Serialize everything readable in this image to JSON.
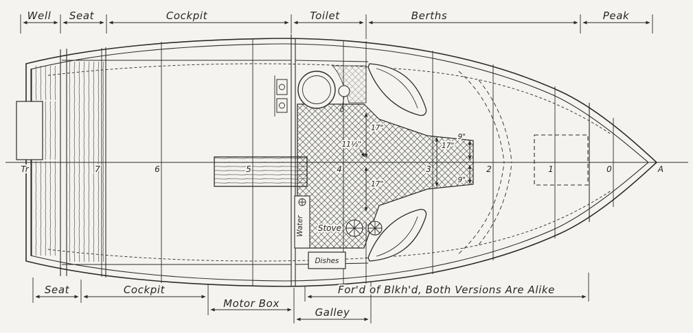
{
  "drawing": {
    "paper": "#f4f3ef",
    "ink": "#2a2a2a"
  },
  "top_dims": {
    "well": "Well",
    "seat": "Seat",
    "cockpit": "Cockpit",
    "toilet": "Toilet",
    "berths": "Berths",
    "peak": "Peak"
  },
  "bottom_dims": {
    "seat": "Seat",
    "cockpit": "Cockpit",
    "motor_box": "Motor Box",
    "galley": "Galley",
    "fwd_note": "For'd of Blkh'd, Both Versions Are Alike"
  },
  "stations": {
    "tr": "Tr",
    "s7": "7",
    "s6": "6",
    "s5": "5",
    "s4": "4",
    "s3": "3",
    "s2": "2",
    "s1": "1",
    "s0": "0",
    "a": "A"
  },
  "cabin": {
    "water": "Water",
    "stove": "Stove",
    "dishes": "Dishes"
  },
  "measurements": {
    "m17a": "17\"",
    "m17b": "17\"",
    "m17c": "17\"",
    "m11h": "11½\"",
    "m9a": "9\"",
    "m9b": "9\""
  }
}
